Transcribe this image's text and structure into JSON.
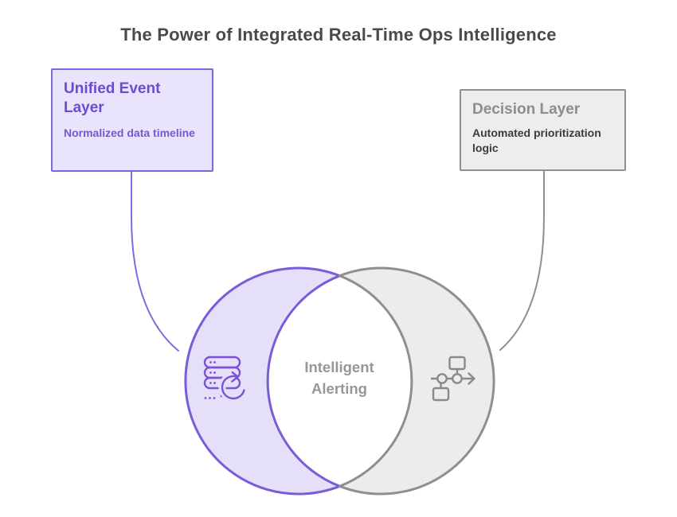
{
  "title": "The Power of Integrated Real-Time Ops Intelligence",
  "cards": {
    "unified_event": {
      "title": "Unified Event Layer",
      "subtitle": "Normalized data timeline"
    },
    "decision": {
      "title": "Decision Layer",
      "subtitle": "Automated prioritization logic"
    }
  },
  "venn": {
    "type": "venn",
    "sets": [
      {
        "label": "Unified Event Layer",
        "fill": "#e5dff9",
        "stroke": "#7a5cd8",
        "icon": "server-sync-icon"
      },
      {
        "label": "Decision Layer",
        "fill": "#ececec",
        "stroke": "#8f8f8f",
        "icon": "flowchart-icon"
      }
    ],
    "intersection_label": {
      "line1": "Intelligent",
      "line2": "Alerting"
    }
  },
  "colors": {
    "background": "#ffffff",
    "title_text": "#4a4a4b",
    "purple_accent": "#7c66e2",
    "purple_card_fill": "#e9e4fb",
    "purple_card_title": "#6d4ad4",
    "purple_crescent_fill": "#e5dff9",
    "gray_accent": "#8f8f8f",
    "gray_card_fill": "#ededed",
    "gray_card_title": "#8d8d8d",
    "gray_crescent_fill": "#ececec",
    "dark_subtitle_text": "#3b3b3b",
    "intersection_text": "#97979b"
  }
}
